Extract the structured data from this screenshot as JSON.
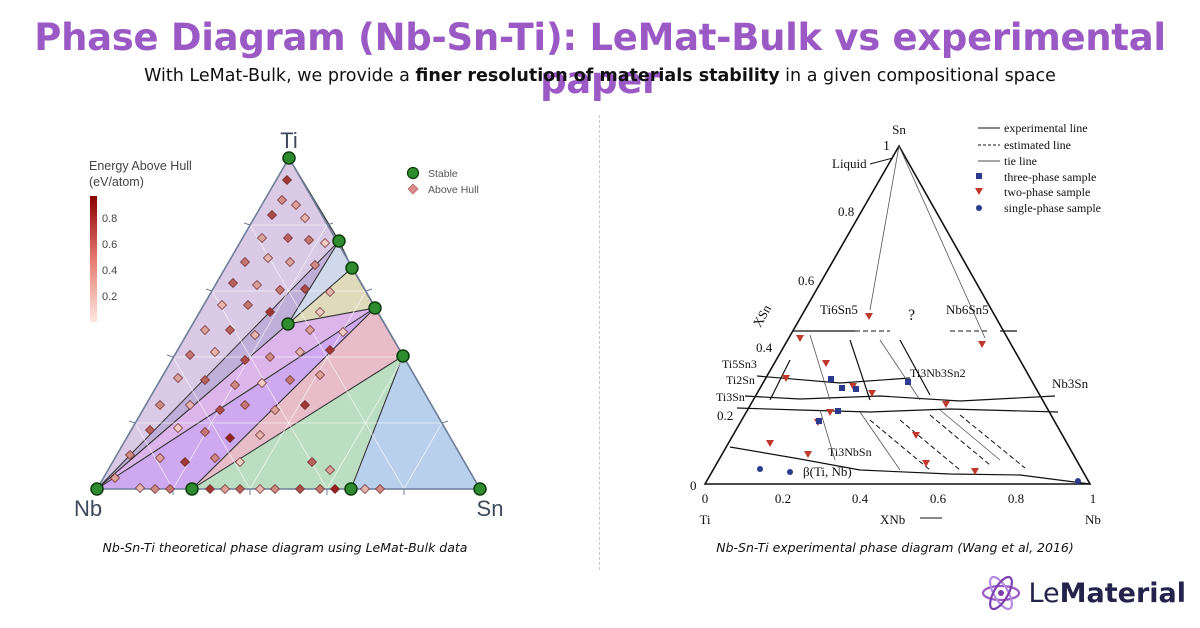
{
  "title": "Phase Diagram (Nb-Sn-Ti): LeMat-Bulk vs experimental paper",
  "subtitle": {
    "pre": "With LeMat-Bulk, we provide a ",
    "bold": "finer resolution of materials stability",
    "post": " in a given compositional space"
  },
  "left": {
    "vertex_top": "Ti",
    "vertex_left": "Nb",
    "vertex_right": "Sn",
    "colorbar_title_line1": "Energy Above Hull",
    "colorbar_title_line2": "(eV/atom)",
    "colorbar_ticks": [
      "0.8",
      "0.6",
      "0.4",
      "0.2"
    ],
    "legend_stable": "Stable",
    "legend_above": "Above Hull",
    "caption": "Nb-Sn-Ti theoretical phase diagram using LeMat-Bulk data"
  },
  "right": {
    "vertex_top": "Sn",
    "vertex_left": "Ti",
    "vertex_right": "Nb",
    "top_tick": "1",
    "left_ticks": [
      "0.8",
      "0.6",
      "0.4",
      "0.2",
      "0"
    ],
    "bottom_ticks": [
      "0",
      "0.2",
      "0.4",
      "0.6",
      "0.8",
      "1"
    ],
    "x_axis_label": "XNb",
    "y_axis_label": "XSn",
    "liquid": "Liquid",
    "question": "?",
    "phases": {
      "ti6sn5": "Ti6Sn5",
      "nb6sn5": "Nb6Sn5",
      "ti5sn3": "Ti5Sn3",
      "ti2sn": "Ti2Sn",
      "ti3sn": "Ti3Sn",
      "ti3nb3sn2": "Ti3Nb3Sn2",
      "nb3sn": "Nb3Sn",
      "ti3nbsn": "Ti3NbSn",
      "beta": "β(Ti, Nb)"
    },
    "legend": {
      "experimental": "experimental line",
      "estimated": "estimated line",
      "tie": "tie line",
      "three_phase": "three-phase sample",
      "two_phase": "two-phase sample",
      "single_phase": "single-phase sample"
    },
    "caption": "Nb-Sn-Ti experimental phase diagram (Wang et al, 2016)"
  },
  "brand": {
    "light": "Le",
    "bold": "Material"
  },
  "colors": {
    "title": "#9b59c6",
    "stable_fill": "#2e8b2e",
    "above_hull": "#d98b8b",
    "colorbar_dark": "#8b0000",
    "brand_text": "#23234b",
    "brand_icon": "#9b59c6"
  }
}
